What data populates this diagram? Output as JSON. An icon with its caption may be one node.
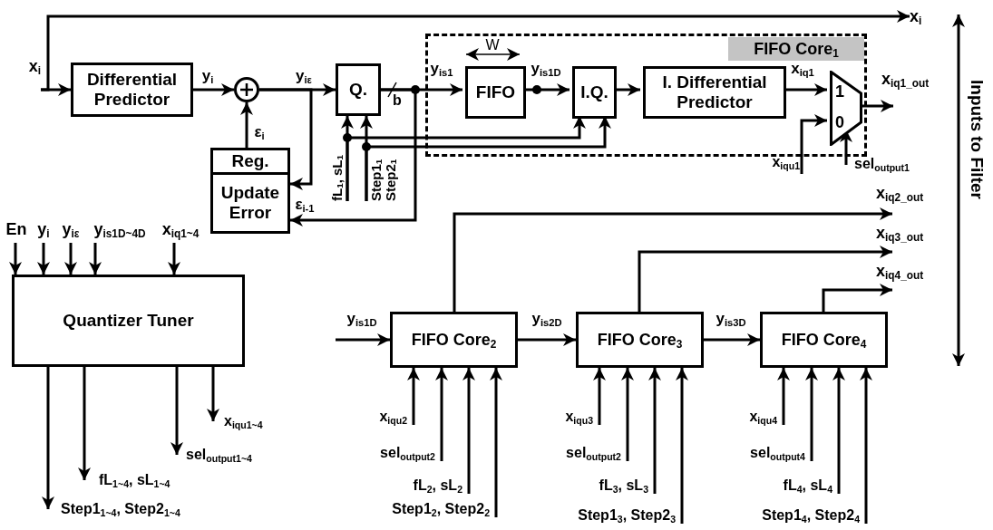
{
  "diagram": {
    "nodes": [
      {
        "text": [
          "x$_{i}$"
        ]
      },
      {
        "text": [
          "Differential Predictor"
        ]
      },
      {
        "text": [],
        "shape": "circle"
      },
      {
        "text": [
          "Reg.",
          "Update Error"
        ]
      },
      {
        "text": [
          "Q."
        ]
      },
      {
        "text": [
          "fL$_{1}$, sL$_{1}$"
        ]
      },
      {
        "text": [
          "Step1$_{1}$ Step2$_{1}$"
        ]
      },
      {
        "text": [
          "FIFO Core$_{1}$"
        ]
      },
      {
        "text": [
          "FIFO"
        ],
        "in": 7
      },
      {
        "text": [
          "I.Q."
        ],
        "in": 7
      },
      {
        "text": [
          "I. Differential Predictor"
        ],
        "in": 7
      },
      {
        "text": [
          "1",
          "0"
        ],
        "in": 7
      },
      {
        "text": [
          "x$_{iqu1}$"
        ]
      },
      {
        "text": [
          "sel$_{output1}$"
        ]
      },
      {
        "text": [
          "x$_{i}$"
        ]
      },
      {
        "text": [
          "x$_{iq1_out}$"
        ]
      },
      {
        "text": [
          "x$_{iq2_out}$"
        ]
      },
      {
        "text": [
          "x$_{iq3_out}$"
        ]
      },
      {
        "text": [
          "x$_{iq4_out}$"
        ]
      },
      {
        "text": [
          "Quantizer Tuner"
        ]
      },
      {
        "text": [
          "En"
        ]
      },
      {
        "text": [
          "y$_{i}$"
        ]
      },
      {
        "text": [
          "y$_{iε}$"
        ]
      },
      {
        "text": [
          "y$_{is1D~4D}$"
        ]
      },
      {
        "text": [
          "x$_{iq1~4}$"
        ]
      },
      {
        "text": [
          "Step1$_{1~4}$, Step2$_{1~4}$"
        ]
      },
      {
        "text": [
          "fL$_{1~4}$, sL$_{1~4}$"
        ]
      },
      {
        "text": [
          "sel$_{output1~4}$"
        ]
      },
      {
        "text": [
          "x$_{iqu1~4}$"
        ]
      },
      {
        "text": [
          "FIFO Core$_{2}$"
        ]
      },
      {
        "text": [
          "FIFO Core$_{3}$"
        ]
      },
      {
        "text": [
          "FIFO Core$_{4}$"
        ]
      },
      {
        "text": [
          "x$_{iqu2}$"
        ]
      },
      {
        "text": [
          "sel$_{output2}$"
        ]
      },
      {
        "text": [
          "fL$_{2}$, sL$_{2}$"
        ]
      },
      {
        "text": [
          "Step1$_{2}$, Step2$_{2}$"
        ]
      },
      {
        "text": [
          "x$_{iqu3}$"
        ]
      },
      {
        "text": [
          "sel$_{output2}$"
        ]
      },
      {
        "text": [
          "fL$_{3}$, sL$_{3}$"
        ]
      },
      {
        "text": [
          "Step1$_{3}$, Step2$_{3}$"
        ]
      },
      {
        "text": [
          "x$_{iqu4}$"
        ]
      },
      {
        "text": [
          "sel$_{output4}$"
        ]
      },
      {
        "text": [
          "fL$_{4}$, sL$_{4}$"
        ]
      },
      {
        "text": [
          "Step1$_{4}$, Step2$_{4}$"
        ]
      }
    ],
    "edges": [
      {
        "from": 0,
        "to": 1,
        "arrow": "to"
      },
      {
        "from": 0,
        "to": 14,
        "arrow": "to"
      },
      {
        "from": 1,
        "to": 2,
        "arrow": "to",
        "label": "y$_{i}$"
      },
      {
        "from": 3,
        "to": 2,
        "arrow": "to",
        "label": "ε$_{i}$"
      },
      {
        "from": 2,
        "to": 4,
        "arrow": "to",
        "label": "y$_{iε}$"
      },
      {
        "from": 2,
        "to": 3,
        "arrow": "to"
      },
      {
        "from": 4,
        "to": 8,
        "arrow": "to",
        "label": "y$_{is1}$"
      },
      {
        "from": 4,
        "to": 3,
        "arrow": "to"
      },
      {
        "from": 5,
        "to": 4,
        "arrow": "to"
      },
      {
        "from": 5,
        "to": 9,
        "arrow": "to"
      },
      {
        "from": 6,
        "to": 4,
        "arrow": "to"
      },
      {
        "from": 6,
        "to": 9,
        "arrow": "to"
      },
      {
        "from": 8,
        "to": 9,
        "arrow": "to",
        "label": "y$_{is1D}$"
      },
      {
        "from": 9,
        "to": 10,
        "arrow": "to"
      },
      {
        "from": 10,
        "to": 11,
        "arrow": "to",
        "label": "x$_{iq1}$"
      },
      {
        "from": 12,
        "to": 11,
        "arrow": "to"
      },
      {
        "from": 13,
        "to": 11,
        "arrow": "to"
      },
      {
        "from": 11,
        "to": 15,
        "arrow": "to"
      },
      {
        "from": 29,
        "to": 16,
        "arrow": "to"
      },
      {
        "from": 30,
        "to": 17,
        "arrow": "to"
      },
      {
        "from": 31,
        "to": 18,
        "arrow": "to"
      },
      {
        "from": null,
        "to": 29,
        "arrow": "to",
        "label": "y$_{is1D}$"
      },
      {
        "from": 29,
        "to": 30,
        "arrow": "to",
        "label": "y$_{is2D}$"
      },
      {
        "from": 30,
        "to": 31,
        "arrow": "to",
        "label": "y$_{is3D}$"
      },
      {
        "from": 20,
        "to": 19,
        "arrow": "to"
      },
      {
        "from": 21,
        "to": 19,
        "arrow": "to"
      },
      {
        "from": 22,
        "to": 19,
        "arrow": "to"
      },
      {
        "from": 23,
        "to": 19,
        "arrow": "to"
      },
      {
        "from": 24,
        "to": 19,
        "arrow": "to"
      },
      {
        "from": 19,
        "to": 25,
        "arrow": "to"
      },
      {
        "from": 19,
        "to": 26,
        "arrow": "to"
      },
      {
        "from": 19,
        "to": 27,
        "arrow": "to"
      },
      {
        "from": 19,
        "to": 28,
        "arrow": "to"
      },
      {
        "from": 32,
        "to": 29,
        "arrow": "to"
      },
      {
        "from": 33,
        "to": 29,
        "arrow": "to"
      },
      {
        "from": 34,
        "to": 29,
        "arrow": "to"
      },
      {
        "from": 35,
        "to": 29,
        "arrow": "to"
      },
      {
        "from": 36,
        "to": 30,
        "arrow": "to"
      },
      {
        "from": 37,
        "to": 30,
        "arrow": "to"
      },
      {
        "from": 38,
        "to": 30,
        "arrow": "to"
      },
      {
        "from": 39,
        "to": 30,
        "arrow": "to"
      },
      {
        "from": 40,
        "to": 31,
        "arrow": "to"
      },
      {
        "from": 41,
        "to": 31,
        "arrow": "to"
      },
      {
        "from": 42,
        "to": 31,
        "arrow": "to"
      },
      {
        "from": 43,
        "to": 31,
        "arrow": "to"
      }
    ],
    "labels": [
      "W",
      "b",
      "ε$_{i-1}$",
      "Inputs to Filter"
    ]
  }
}
